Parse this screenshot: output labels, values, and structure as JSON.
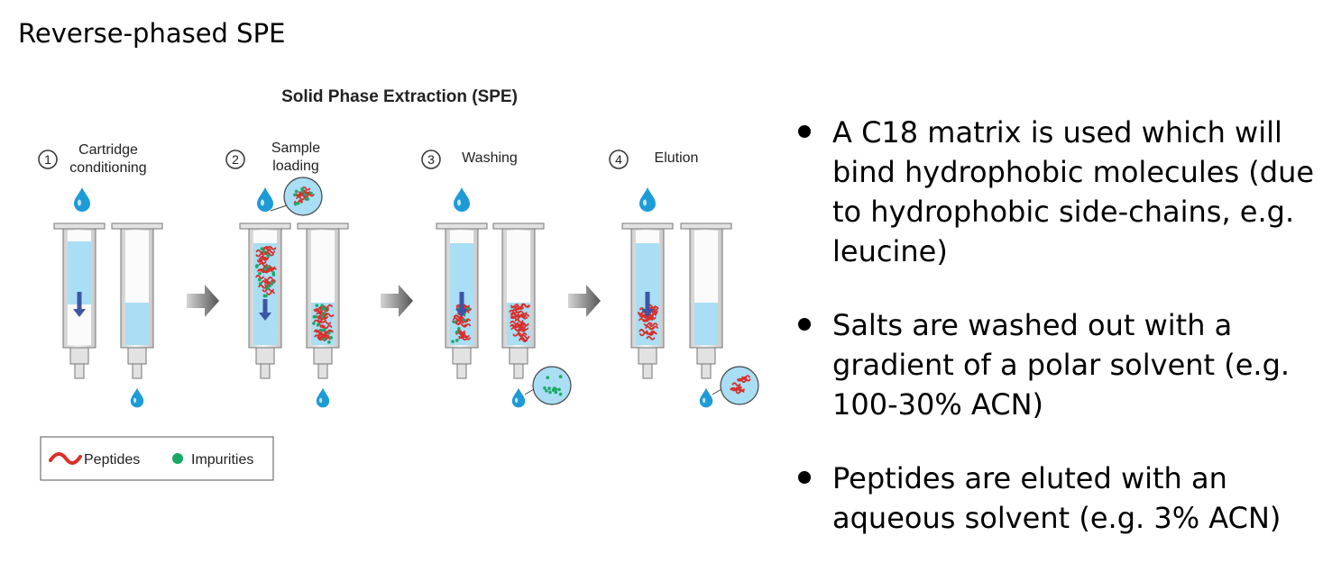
{
  "slide_title": "Reverse-phased SPE",
  "diagram": {
    "title": "Solid Phase Extraction (SPE)",
    "steps": [
      {
        "number": "1",
        "label_lines": [
          "Cartridge",
          "conditioning"
        ]
      },
      {
        "number": "2",
        "label_lines": [
          "Sample",
          "loading"
        ]
      },
      {
        "number": "3",
        "label_lines": [
          "Washing"
        ]
      },
      {
        "number": "4",
        "label_lines": [
          "Elution"
        ]
      }
    ],
    "legend": {
      "peptides": "Peptides",
      "impurities": "Impurities"
    }
  },
  "bullets": [
    {
      "text": "A C18 matrix is used which will bind hydrophobic molecules (due to hydrophobic side-chains, e.g. leucine)"
    },
    {
      "text": "Salts are washed out with a gradient of a  polar solvent (e.g. 100-30% ACN)"
    },
    {
      "text": "Peptides are eluted with an aqueous solvent (e.g. 3% ACN)"
    }
  ],
  "colors": {
    "solvent": "#a9def4",
    "drop": "#1e9bd7",
    "peptide": "#d9302b",
    "impurity": "#1aa866",
    "arrow": "#3d55a5",
    "cartridge": "#e2e2e2"
  }
}
